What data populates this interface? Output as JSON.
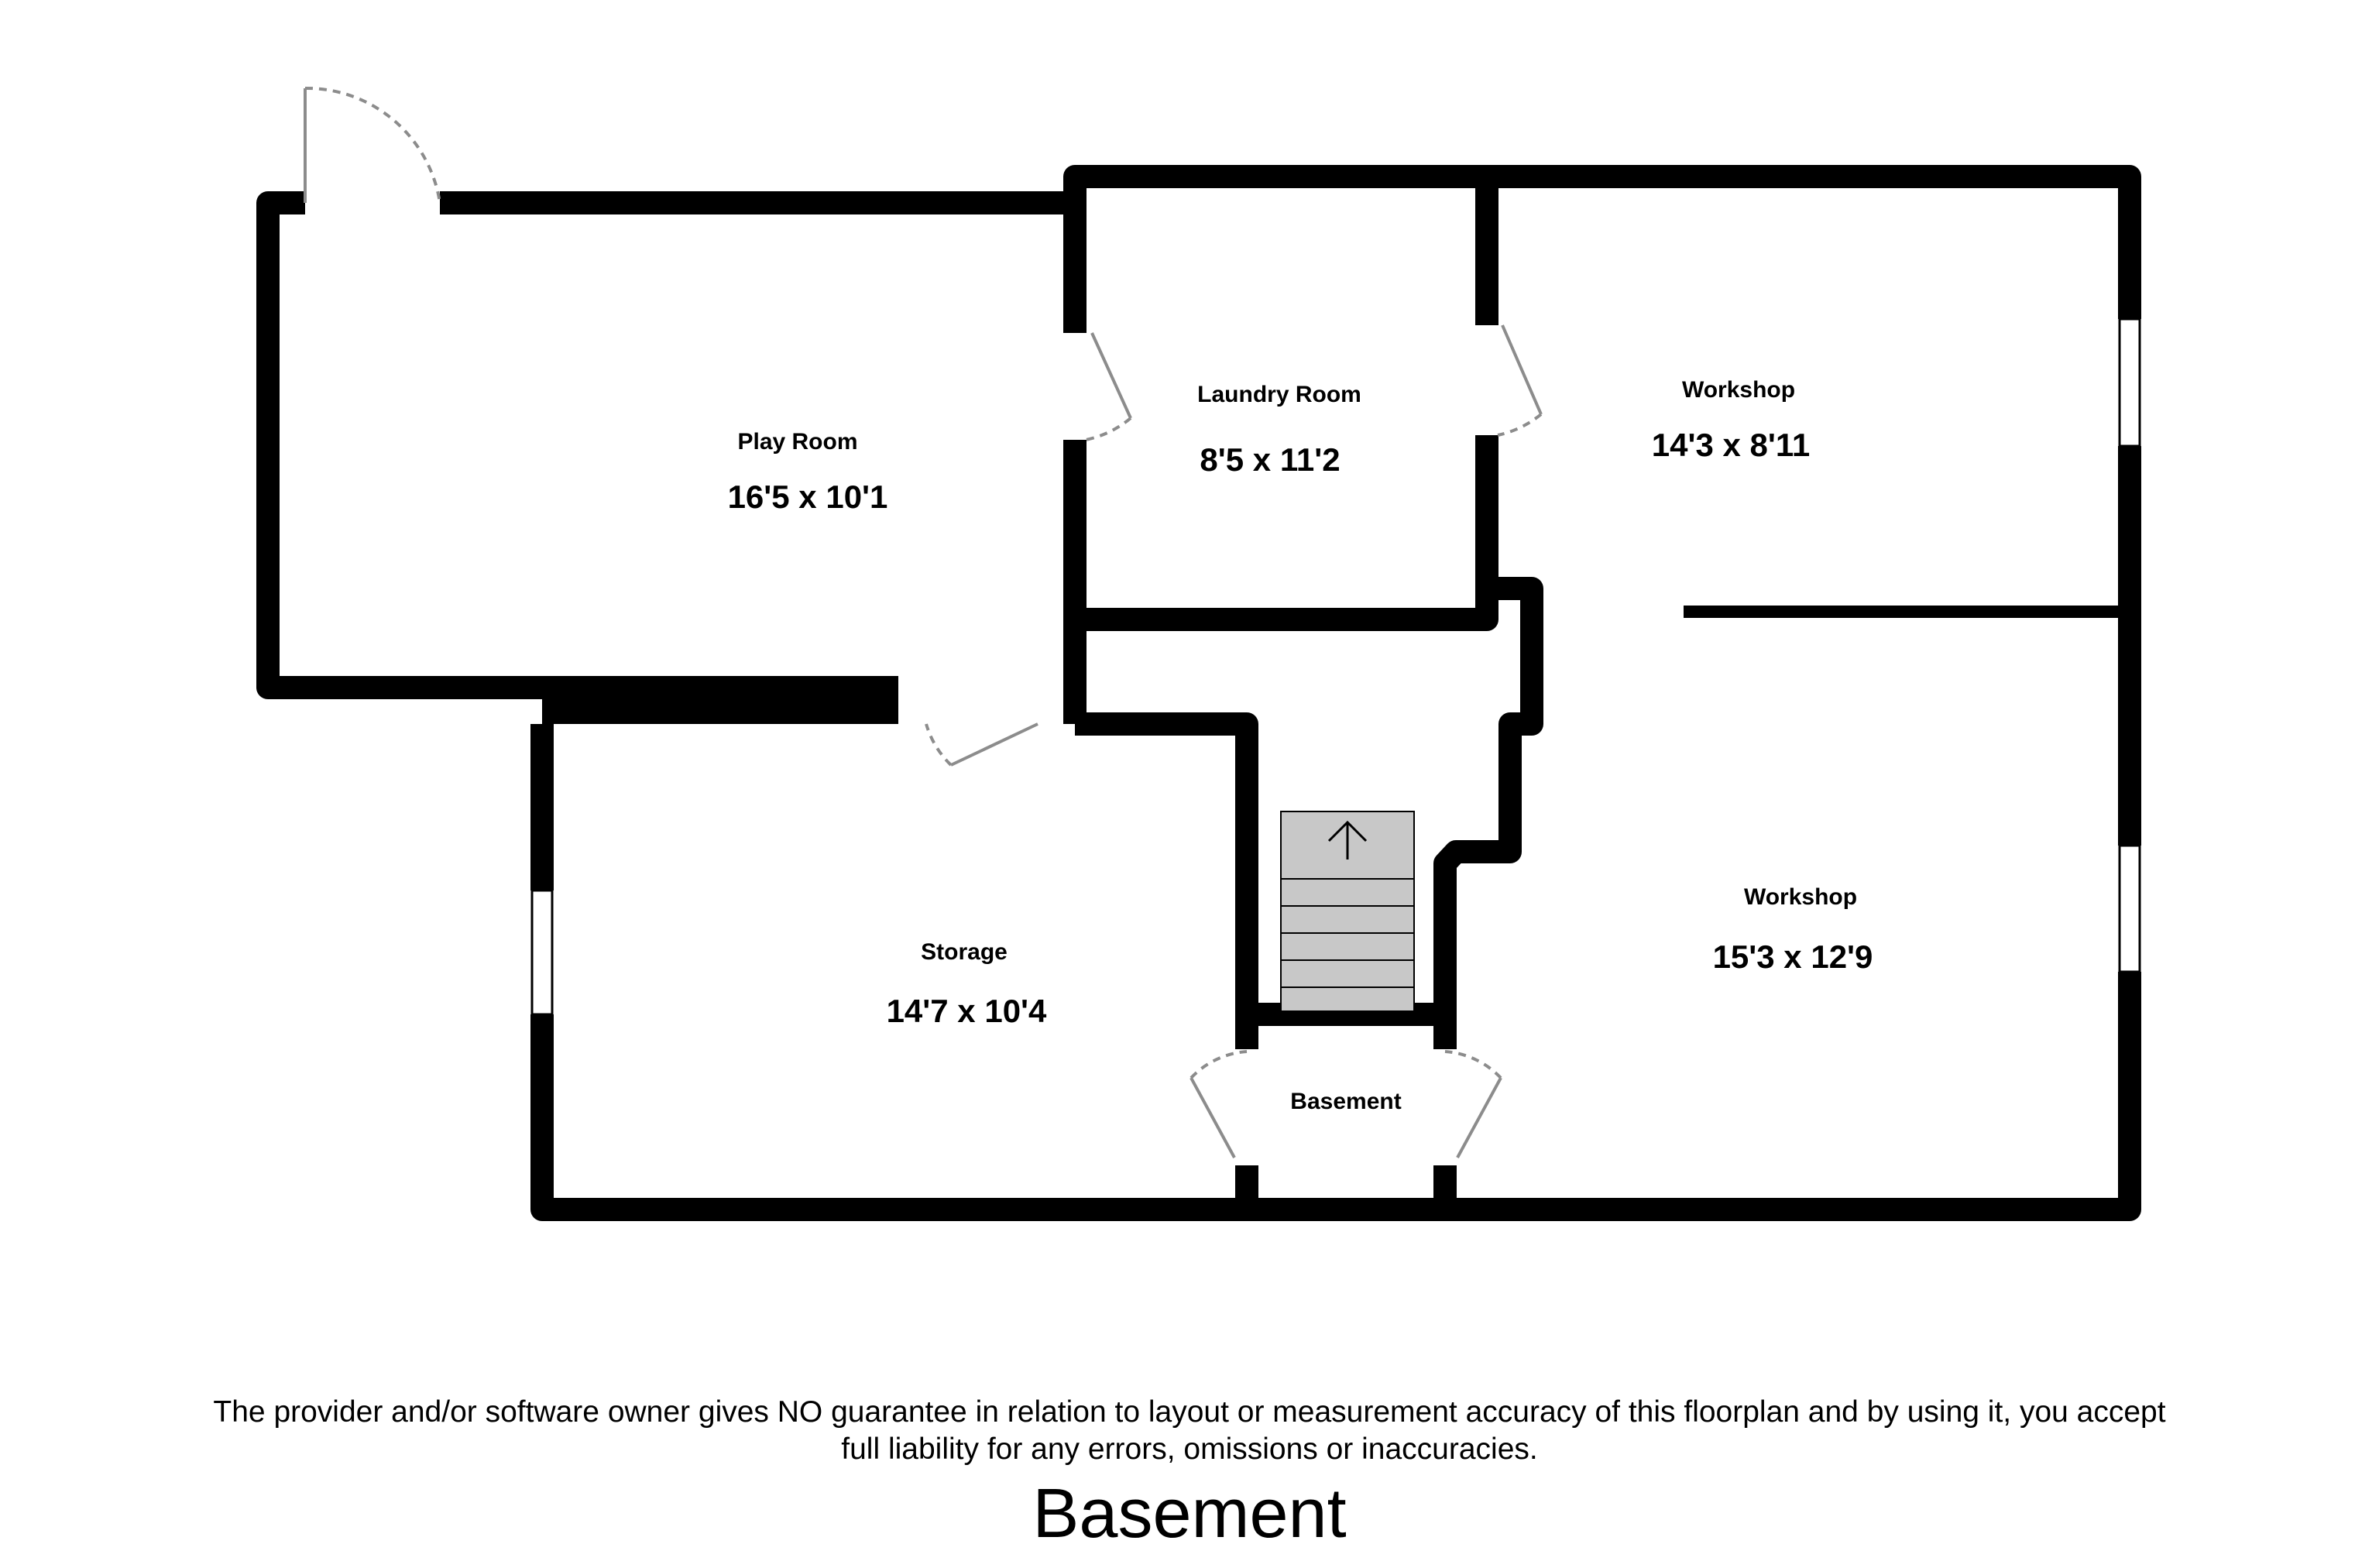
{
  "rooms": {
    "play_room": {
      "name": "Play Room",
      "dims": "16'5 x 10'1"
    },
    "laundry_room": {
      "name": "Laundry Room",
      "dims": "8'5 x 11'2"
    },
    "workshop_upper": {
      "name": "Workshop",
      "dims": "14'3 x 8'11"
    },
    "workshop_lower": {
      "name": "Workshop",
      "dims": "15'3 x 12'9"
    },
    "storage": {
      "name": "Storage",
      "dims": "14'7 x 10'4"
    },
    "basement": {
      "name": "Basement"
    }
  },
  "disclaimer": {
    "line1": "The provider and/or software owner gives NO guarantee in relation to layout or measurement accuracy of this floorplan and by using it, you accept",
    "line2": "full liability for any errors, omissions or inaccuracies."
  },
  "floor_title": "Basement",
  "icons": {
    "stairs_arrow": "arrow-up-icon"
  },
  "colors": {
    "wall": "#000000",
    "stair_fill": "#c8c8c8",
    "door_swing": "#8c8c8c"
  }
}
